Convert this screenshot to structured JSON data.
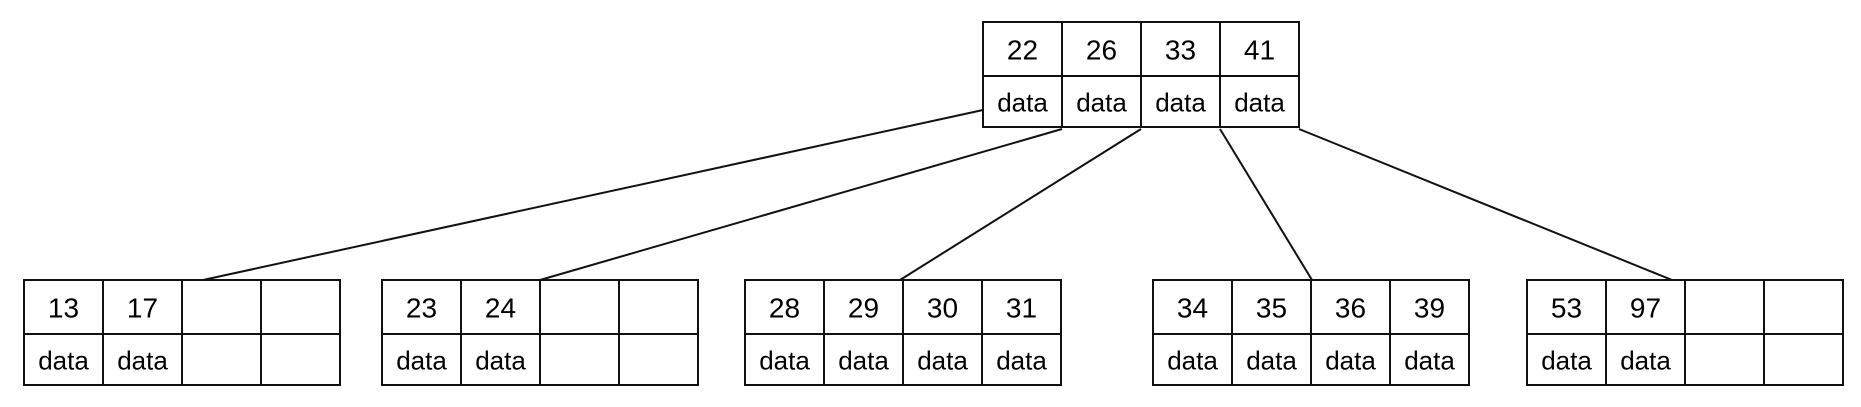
{
  "tree": {
    "root": {
      "keys": [
        "22",
        "26",
        "33",
        "41"
      ],
      "values": [
        "data",
        "data",
        "data",
        "data"
      ]
    },
    "leaves": [
      {
        "keys": [
          "13",
          "17",
          "",
          ""
        ],
        "values": [
          "data",
          "data",
          "",
          ""
        ]
      },
      {
        "keys": [
          "23",
          "24",
          "",
          ""
        ],
        "values": [
          "data",
          "data",
          "",
          ""
        ]
      },
      {
        "keys": [
          "28",
          "29",
          "30",
          "31"
        ],
        "values": [
          "data",
          "data",
          "data",
          "data"
        ]
      },
      {
        "keys": [
          "34",
          "35",
          "36",
          "39"
        ],
        "values": [
          "data",
          "data",
          "data",
          "data"
        ]
      },
      {
        "keys": [
          "53",
          "97",
          "",
          ""
        ],
        "values": [
          "data",
          "data",
          "",
          ""
        ]
      }
    ]
  }
}
